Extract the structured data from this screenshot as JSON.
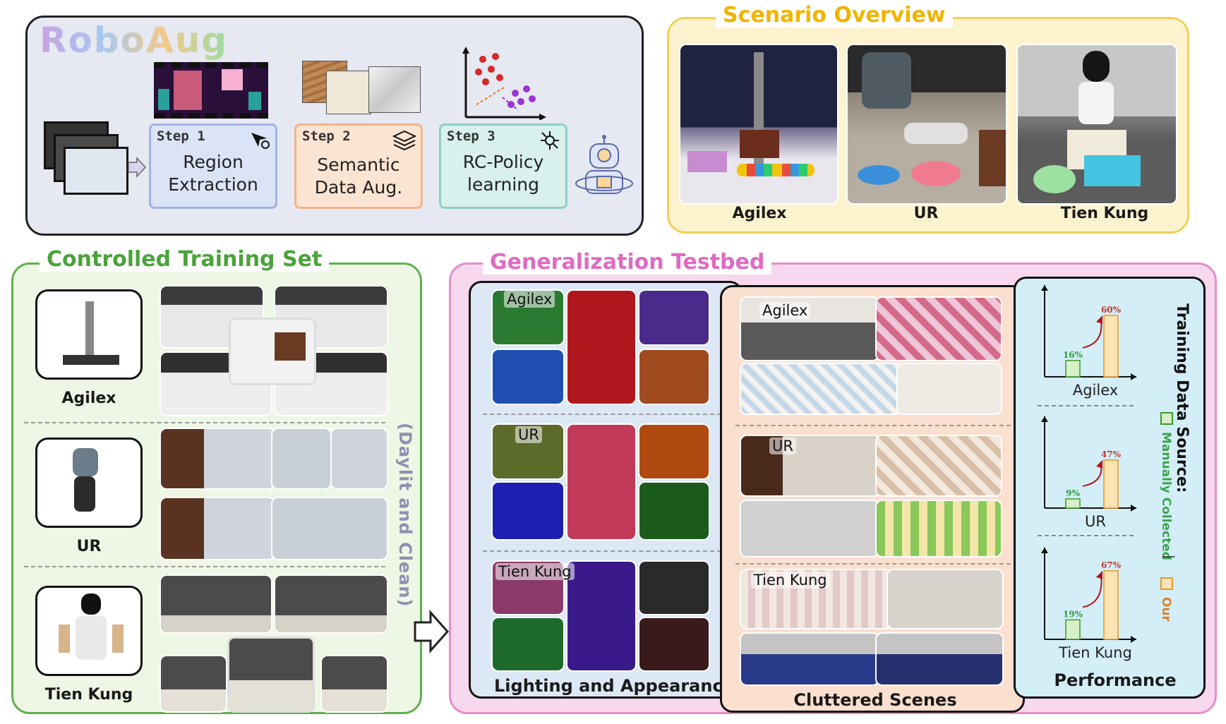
{
  "pipeline": {
    "logo": "RoboAug",
    "steps": [
      {
        "step": "Step 1",
        "label": "Region\nExtraction"
      },
      {
        "step": "Step 2",
        "label": "Semantic\nData Aug."
      },
      {
        "step": "Step 3",
        "label": "RC-Policy\nlearning"
      }
    ]
  },
  "scenario": {
    "title": "Scenario Overview",
    "robots": [
      "Agilex",
      "UR",
      "Tien Kung"
    ]
  },
  "training": {
    "title": "Controlled Training Set",
    "robots": [
      "Agilex",
      "UR",
      "Tien Kung"
    ],
    "side_note": "(Daylit and Clean)"
  },
  "testbed": {
    "title": "Generalization Testbed",
    "lighting_caption": "Lighting and Appearance",
    "cluttered_caption": "Cluttered Scenes",
    "performance_caption": "Performance",
    "lighting_tags": [
      "Agilex",
      "UR",
      "Tien Kung"
    ],
    "cluttered_tags": [
      "Agilex",
      "UR",
      "Tien Kung"
    ]
  },
  "performance": {
    "legend_title": "Training Data Source:",
    "legend_manual": "Manually Collected",
    "legend_sep": "|",
    "legend_ours": "Our"
  },
  "chart_data": [
    {
      "type": "bar",
      "xlabel": "Agilex",
      "categories": [
        "Manually Collected",
        "Our"
      ],
      "values": [
        16,
        60
      ],
      "labels": [
        "16%",
        "60%"
      ]
    },
    {
      "type": "bar",
      "xlabel": "UR",
      "categories": [
        "Manually Collected",
        "Our"
      ],
      "values": [
        9,
        47
      ],
      "labels": [
        "9%",
        "47%"
      ]
    },
    {
      "type": "bar",
      "xlabel": "Tien Kung",
      "categories": [
        "Manually Collected",
        "Our"
      ],
      "values": [
        19,
        67
      ],
      "labels": [
        "19%",
        "67%"
      ]
    }
  ],
  "colors": {
    "manual_bar": "#d7f0c8",
    "manual_stroke": "#3a9a2a",
    "ours_bar": "#fbe3b4",
    "ours_stroke": "#e49a2a",
    "label_manual": "#2e9a3a",
    "label_ours": "#c0392b"
  }
}
